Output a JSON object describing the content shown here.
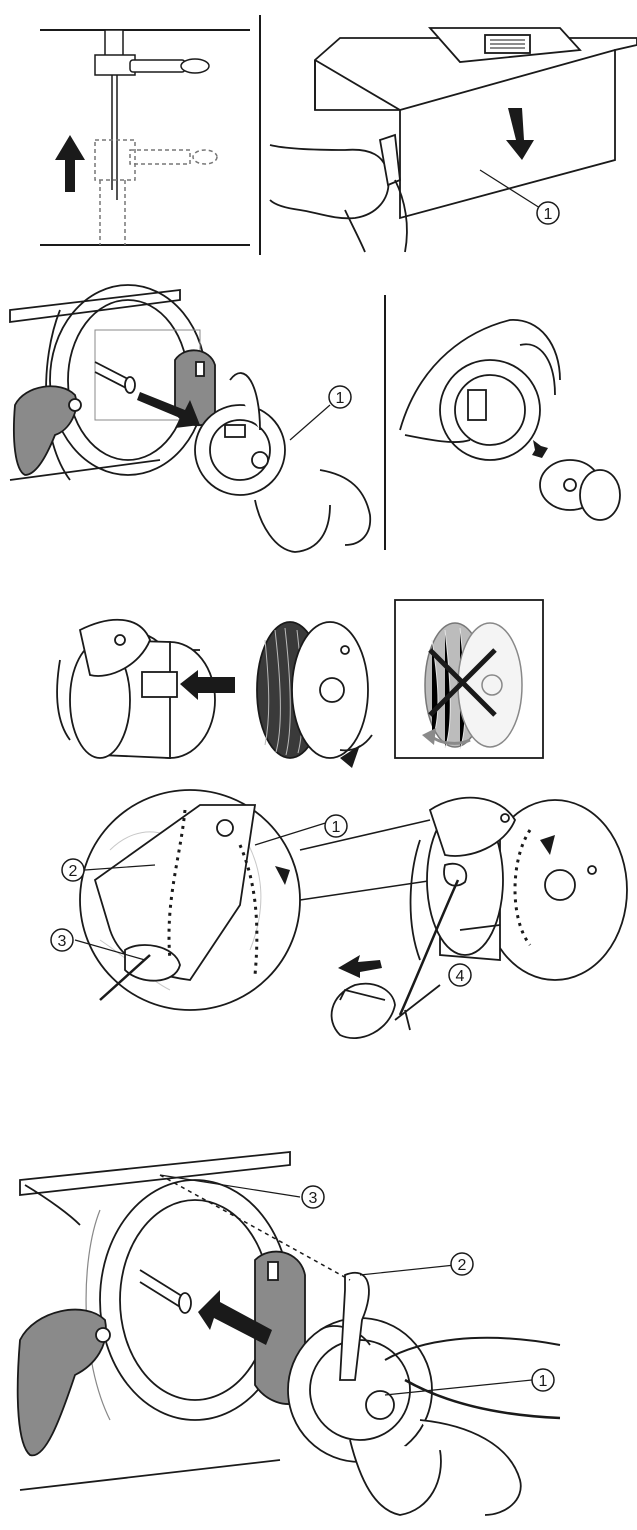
{
  "callouts": {
    "one": "1",
    "two": "2",
    "three": "3",
    "four": "4",
    "wrong_mark": "X"
  },
  "colors": {
    "ink": "#1a1a1a",
    "grey_fill": "#8a8a8a",
    "light_grey": "#d0d0d0",
    "thread": "#555555"
  },
  "panels": [
    "step-raise-needle",
    "step-remove-cover",
    "step-remove-bobbin-case",
    "step-remove-bobbin",
    "step-insert-bobbin",
    "step-wrong-direction",
    "step-thread-bobbin-case",
    "step-reinsert-bobbin-case"
  ]
}
